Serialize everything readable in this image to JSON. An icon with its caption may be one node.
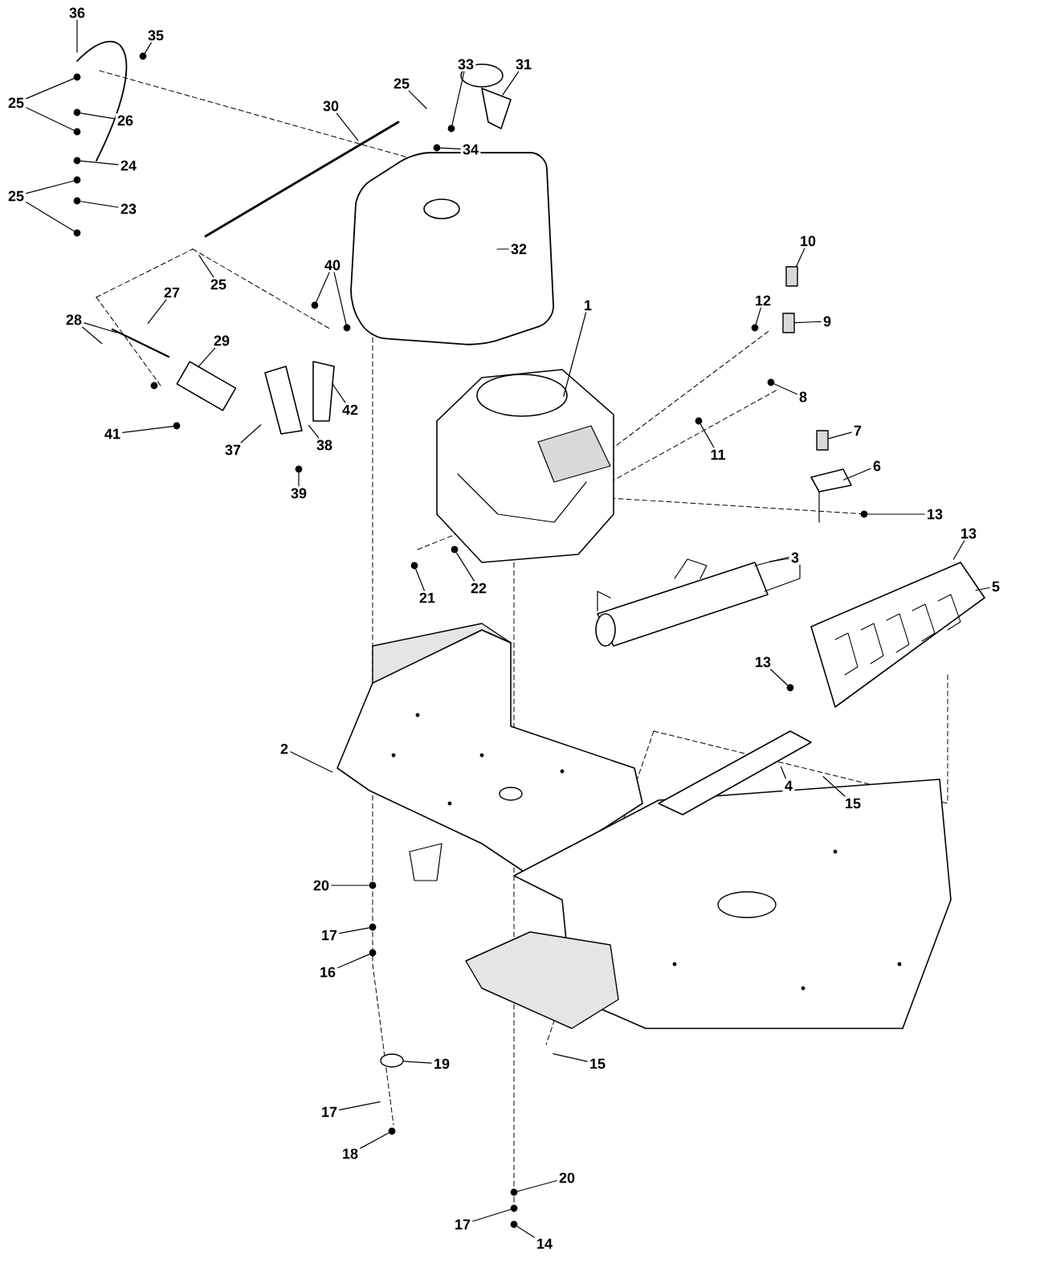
{
  "diagram": {
    "nodes": [
      {
        "text": [
          "36"
        ]
      },
      {
        "text": [
          "35"
        ]
      },
      {
        "text": [
          "25"
        ]
      },
      {
        "text": [
          "26"
        ]
      },
      {
        "text": [
          "24"
        ]
      },
      {
        "text": [
          "25"
        ]
      },
      {
        "text": [
          "23"
        ]
      },
      {
        "text": [
          "33"
        ]
      },
      {
        "text": [
          "25"
        ]
      },
      {
        "text": [
          "31"
        ]
      },
      {
        "text": [
          "30"
        ]
      },
      {
        "text": [
          "34"
        ]
      },
      {
        "text": [
          "32"
        ]
      },
      {
        "text": [
          "10"
        ]
      },
      {
        "text": [
          "40"
        ]
      },
      {
        "text": [
          "25"
        ]
      },
      {
        "text": [
          "27"
        ]
      },
      {
        "text": [
          "12"
        ]
      },
      {
        "text": [
          "1"
        ]
      },
      {
        "text": [
          "28"
        ]
      },
      {
        "text": [
          "9"
        ]
      },
      {
        "text": [
          "29"
        ]
      },
      {
        "text": [
          "8"
        ]
      },
      {
        "text": [
          "42"
        ]
      },
      {
        "text": [
          "7"
        ]
      },
      {
        "text": [
          "41"
        ]
      },
      {
        "text": [
          "37"
        ]
      },
      {
        "text": [
          "38"
        ]
      },
      {
        "text": [
          "11"
        ]
      },
      {
        "text": [
          "6"
        ]
      },
      {
        "text": [
          "13"
        ]
      },
      {
        "text": [
          "39"
        ]
      },
      {
        "text": [
          "13"
        ]
      },
      {
        "text": [
          "3"
        ]
      },
      {
        "text": [
          "5"
        ]
      },
      {
        "text": [
          "22"
        ]
      },
      {
        "text": [
          "21"
        ]
      },
      {
        "text": [
          "13"
        ]
      },
      {
        "text": [
          "2"
        ]
      },
      {
        "text": [
          "4"
        ]
      },
      {
        "text": [
          "15"
        ]
      },
      {
        "text": [
          "20"
        ]
      },
      {
        "text": [
          "17"
        ]
      },
      {
        "text": [
          "16"
        ]
      },
      {
        "text": [
          "15"
        ]
      },
      {
        "text": [
          "19"
        ]
      },
      {
        "text": [
          "17"
        ]
      },
      {
        "text": [
          "18"
        ]
      },
      {
        "text": [
          "20"
        ]
      },
      {
        "text": [
          "17"
        ]
      },
      {
        "text": [
          "14"
        ]
      },
      {
        "text": [],
        "shape": "circle"
      },
      {
        "text": [],
        "shape": "circle"
      },
      {
        "text": [],
        "shape": "circle"
      },
      {
        "text": [],
        "shape": "circle"
      },
      {
        "text": [],
        "shape": "circle"
      },
      {
        "text": [],
        "shape": "circle"
      },
      {
        "text": [],
        "shape": "circle"
      },
      {
        "text": [],
        "shape": "circle"
      },
      {
        "text": [],
        "shape": "circle"
      },
      {
        "text": [],
        "shape": "circle"
      },
      {
        "text": [],
        "shape": "box"
      },
      {
        "text": [],
        "shape": "circle"
      },
      {
        "text": [],
        "shape": "box"
      },
      {
        "text": [],
        "shape": "circle"
      },
      {
        "text": [],
        "shape": "circle"
      },
      {
        "text": [],
        "shape": "circle"
      },
      {
        "text": [],
        "shape": "circle"
      },
      {
        "text": [],
        "shape": "circle"
      },
      {
        "text": [],
        "shape": "box"
      },
      {
        "text": [],
        "shape": "circle"
      },
      {
        "text": [],
        "shape": "circle"
      },
      {
        "text": [],
        "shape": "circle"
      },
      {
        "text": [],
        "shape": "circle"
      },
      {
        "text": [],
        "shape": "circle"
      },
      {
        "text": [],
        "shape": "circle"
      },
      {
        "text": [],
        "shape": "circle"
      },
      {
        "text": [],
        "shape": "circle"
      },
      {
        "text": [],
        "shape": "ring"
      },
      {
        "text": [],
        "shape": "circle"
      },
      {
        "text": [],
        "shape": "circle"
      },
      {
        "text": [],
        "shape": "circle"
      },
      {
        "text": [],
        "shape": "circle"
      }
    ],
    "edges": [
      {
        "from": 0,
        "to": null,
        "arrow": "none"
      },
      {
        "from": 1,
        "to": 51,
        "arrow": "none"
      },
      {
        "from": 2,
        "to": 52,
        "arrow": "none"
      },
      {
        "from": 2,
        "to": 54,
        "arrow": "none"
      },
      {
        "from": 3,
        "to": 53,
        "arrow": "none"
      },
      {
        "from": 4,
        "to": 57,
        "arrow": "none"
      },
      {
        "from": 5,
        "to": 58,
        "arrow": "none"
      },
      {
        "from": 5,
        "to": 60,
        "arrow": "none"
      },
      {
        "from": 6,
        "to": 59,
        "arrow": "none"
      },
      {
        "from": 7,
        "to": 55,
        "arrow": "none"
      },
      {
        "from": 8,
        "to": null,
        "arrow": "none"
      },
      {
        "from": 9,
        "to": null,
        "arrow": "none"
      },
      {
        "from": 10,
        "to": null,
        "arrow": "none"
      },
      {
        "from": 11,
        "to": 56,
        "arrow": "none"
      },
      {
        "from": 12,
        "to": null,
        "arrow": "none"
      },
      {
        "from": 13,
        "to": 61,
        "arrow": "none"
      },
      {
        "from": 14,
        "to": 62,
        "arrow": "none"
      },
      {
        "from": 14,
        "to": 65,
        "arrow": "none"
      },
      {
        "from": 15,
        "to": null,
        "arrow": "none"
      },
      {
        "from": 16,
        "to": null,
        "arrow": "none"
      },
      {
        "from": 17,
        "to": 64,
        "arrow": "none"
      },
      {
        "from": 18,
        "to": null,
        "arrow": "none"
      },
      {
        "from": 19,
        "to": null,
        "arrow": "none"
      },
      {
        "from": 19,
        "to": null,
        "arrow": "none"
      },
      {
        "from": 20,
        "to": 63,
        "arrow": "none"
      },
      {
        "from": 21,
        "to": null,
        "arrow": "none"
      },
      {
        "from": 22,
        "to": 66,
        "arrow": "none"
      },
      {
        "from": 23,
        "to": null,
        "arrow": "none"
      },
      {
        "from": 24,
        "to": 69,
        "arrow": "none"
      },
      {
        "from": 25,
        "to": 68,
        "arrow": "none"
      },
      {
        "from": 26,
        "to": null,
        "arrow": "none"
      },
      {
        "from": 27,
        "to": null,
        "arrow": "none"
      },
      {
        "from": 28,
        "to": 67,
        "arrow": "none"
      },
      {
        "from": 29,
        "to": null,
        "arrow": "none"
      },
      {
        "from": 30,
        "to": 71,
        "arrow": "none"
      },
      {
        "from": 31,
        "to": 70,
        "arrow": "none"
      },
      {
        "from": 32,
        "to": null,
        "arrow": "none"
      },
      {
        "from": 33,
        "to": null,
        "arrow": "none"
      },
      {
        "from": 34,
        "to": null,
        "arrow": "none"
      },
      {
        "from": 35,
        "to": 72,
        "arrow": "none"
      },
      {
        "from": 36,
        "to": 73,
        "arrow": "none"
      },
      {
        "from": 37,
        "to": 74,
        "arrow": "none"
      },
      {
        "from": 38,
        "to": null,
        "arrow": "none"
      },
      {
        "from": 39,
        "to": null,
        "arrow": "none"
      },
      {
        "from": 40,
        "to": null,
        "arrow": "none"
      },
      {
        "from": 41,
        "to": 75,
        "arrow": "none"
      },
      {
        "from": 42,
        "to": 76,
        "arrow": "none"
      },
      {
        "from": 43,
        "to": 77,
        "arrow": "none"
      },
      {
        "from": 44,
        "to": null,
        "arrow": "none"
      },
      {
        "from": 45,
        "to": 78,
        "arrow": "none"
      },
      {
        "from": 46,
        "to": null,
        "arrow": "none"
      },
      {
        "from": 47,
        "to": 79,
        "arrow": "none"
      },
      {
        "from": 48,
        "to": 80,
        "arrow": "none"
      },
      {
        "from": 49,
        "to": 81,
        "arrow": "none"
      },
      {
        "from": 50,
        "to": 82,
        "arrow": "none"
      }
    ]
  }
}
